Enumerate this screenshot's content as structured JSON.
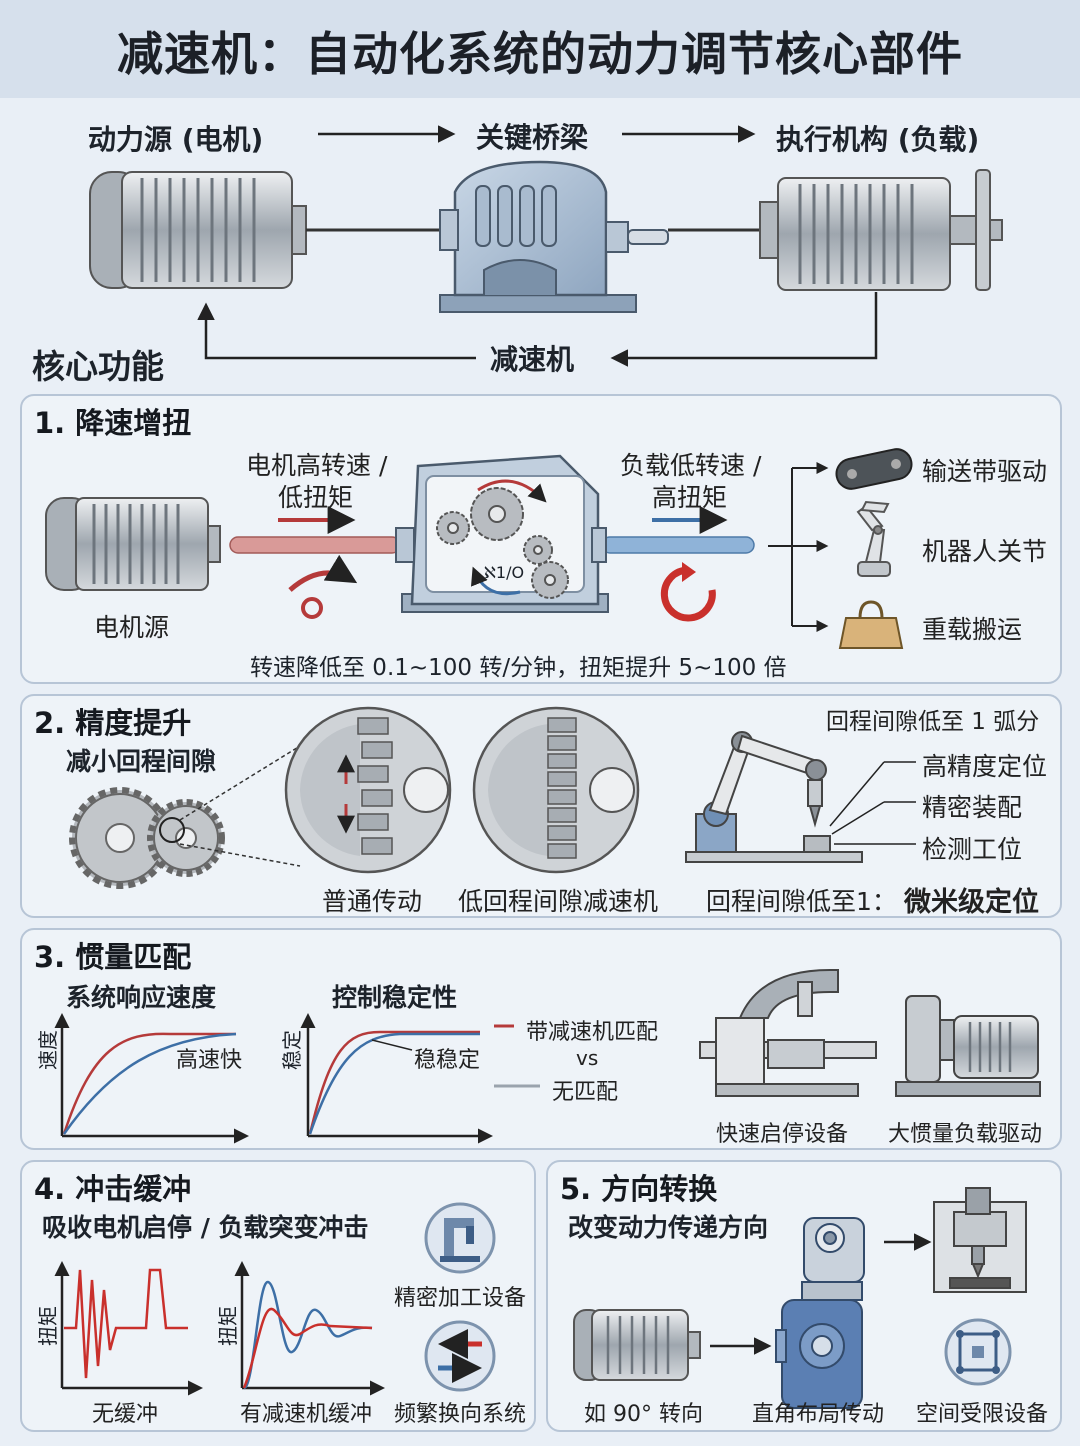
{
  "title": "减速机：自动化系统的动力调节核心部件",
  "top": {
    "power_source": "动力源 (电机)",
    "bridge": "关键桥梁",
    "actuator": "执行机构 (负载)",
    "reducer": "减速机",
    "core_function": "核心功能"
  },
  "sec1": {
    "title": "1. 降速增扭",
    "motor_label": "电机源",
    "in_label_1": "电机高转速 /",
    "in_label_2": "低扭矩",
    "out_label_1": "负载低转速 /",
    "out_label_2": "高扭矩",
    "ratio": "ℵ1/O",
    "apps": [
      "输送带驱动",
      "机器人关节",
      "重载搬运"
    ],
    "footer": "转速降低至 0.1~100 转/分钟，扭矩提升 5~100 倍"
  },
  "sec2": {
    "title": "2. 精度提升",
    "subtitle": "减小回程间隙",
    "normal": "普通传动",
    "low_backlash": "低回程间隙减速机",
    "note": "回程间隙低至 1 弧分",
    "apps": [
      "高精度定位",
      "精密装配",
      "检测工位"
    ],
    "footer_a": "回程间隙低至1：",
    "footer_b": "微米级定位"
  },
  "sec3": {
    "title": "3. 惯量匹配",
    "chart1_title": "系统响应速度",
    "chart1_ylabel": "速度",
    "chart1_note": "高速快",
    "chart2_title": "控制稳定性",
    "chart2_ylabel": "稳定",
    "chart2_note": "稳稳定",
    "legend_red": "带减速机匹配",
    "legend_vs": "vs",
    "legend_gray": "无匹配",
    "app1": "快速启停设备",
    "app2": "大惯量负载驱动"
  },
  "sec4": {
    "title": "4. 冲击缓冲",
    "subtitle": "吸收电机启停 / 负载突变冲击",
    "ylabel": "扭矩",
    "no_buffer": "无缓冲",
    "with_buffer": "有减速机缓冲",
    "app1": "精密加工设备",
    "app2": "频繁换向系统"
  },
  "sec5": {
    "title": "5. 方向转换",
    "subtitle": "改变动力传递方向",
    "turn": "如 90° 转向",
    "right_angle": "直角布局传动",
    "space": "空间受限设备"
  },
  "colors": {
    "red": "#b53a3a",
    "blue": "#3d6fa6",
    "gray": "#9aa3ad",
    "panel_border": "#b7c5d6"
  }
}
